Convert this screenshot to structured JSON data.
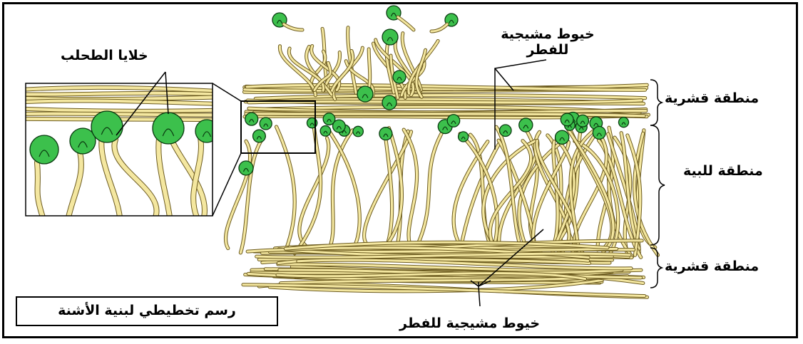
{
  "diagram": {
    "caption": "رسم تخطيطي لبنية الأشنة",
    "labels": {
      "algae_cells": "خلايا الطحلب",
      "fungal_hyphae_top_line1": "خيوط مشيجية",
      "fungal_hyphae_top_line2": "للفطر",
      "cortex_upper": "منطقة قشرية",
      "medulla": "منطقة للبية",
      "cortex_lower": "منطقة قشرية",
      "fungal_hyphae_bottom": "خيوط مشيجية للفطر"
    },
    "colors": {
      "hyphae_fill": "#f4e7a0",
      "hyphae_stroke": "#6b5a1e",
      "algae_fill": "#3cc04c",
      "algae_stroke": "#0a3a10",
      "line": "#000000"
    }
  }
}
